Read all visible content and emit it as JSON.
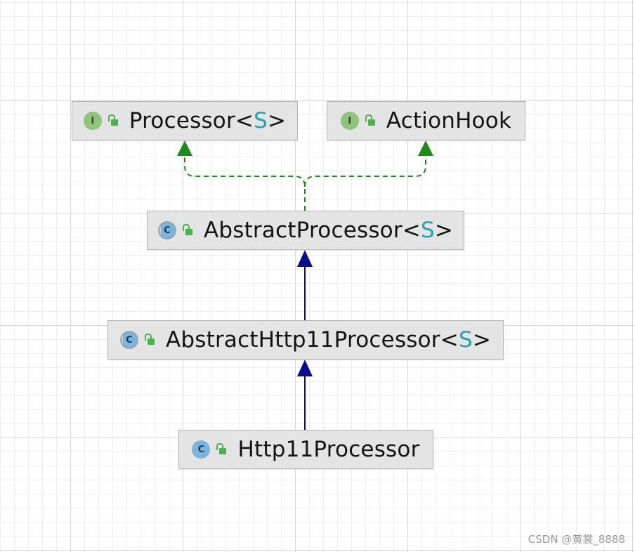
{
  "diagram": {
    "nodes": [
      {
        "id": "processor",
        "name": "Processor",
        "type_param": "S",
        "kind": "interface",
        "kind_letter": "I"
      },
      {
        "id": "actionhook",
        "name": "ActionHook",
        "type_param": "",
        "kind": "interface",
        "kind_letter": "I"
      },
      {
        "id": "abstract-processor",
        "name": "AbstractProcessor",
        "type_param": "S",
        "kind": "abstract-class",
        "kind_letter": "C"
      },
      {
        "id": "abstract-http11-processor",
        "name": "AbstractHttp11Processor",
        "type_param": "S",
        "kind": "abstract-class",
        "kind_letter": "C"
      },
      {
        "id": "http11-processor",
        "name": "Http11Processor",
        "type_param": "",
        "kind": "class",
        "kind_letter": "C"
      }
    ],
    "edges": [
      {
        "from": "abstract-processor",
        "to": "processor",
        "relation": "implements",
        "style": "dashed",
        "color": "#1e8a1e"
      },
      {
        "from": "abstract-processor",
        "to": "actionhook",
        "relation": "implements",
        "style": "dashed",
        "color": "#1e8a1e"
      },
      {
        "from": "abstract-http11-processor",
        "to": "abstract-processor",
        "relation": "extends",
        "style": "solid",
        "color": "#0b0b8c"
      },
      {
        "from": "http11-processor",
        "to": "abstract-http11-processor",
        "relation": "extends",
        "style": "solid",
        "color": "#0b0b8c"
      }
    ]
  },
  "colors": {
    "implements_arrow": "#1e8a1e",
    "extends_arrow": "#0b0b8c",
    "type_param": "#2aa0a8",
    "node_fill": "#e4e4e4",
    "interface_icon": "#8fc47c",
    "class_icon": "#7ab5e0",
    "visibility_icon": "#4caf50"
  },
  "icons": {
    "interface": "interface-icon",
    "class": "class-icon",
    "abstract_class": "abstract-class-icon",
    "visibility": "public-visibility-icon"
  },
  "watermark": "CSDN @黄裳_8888"
}
